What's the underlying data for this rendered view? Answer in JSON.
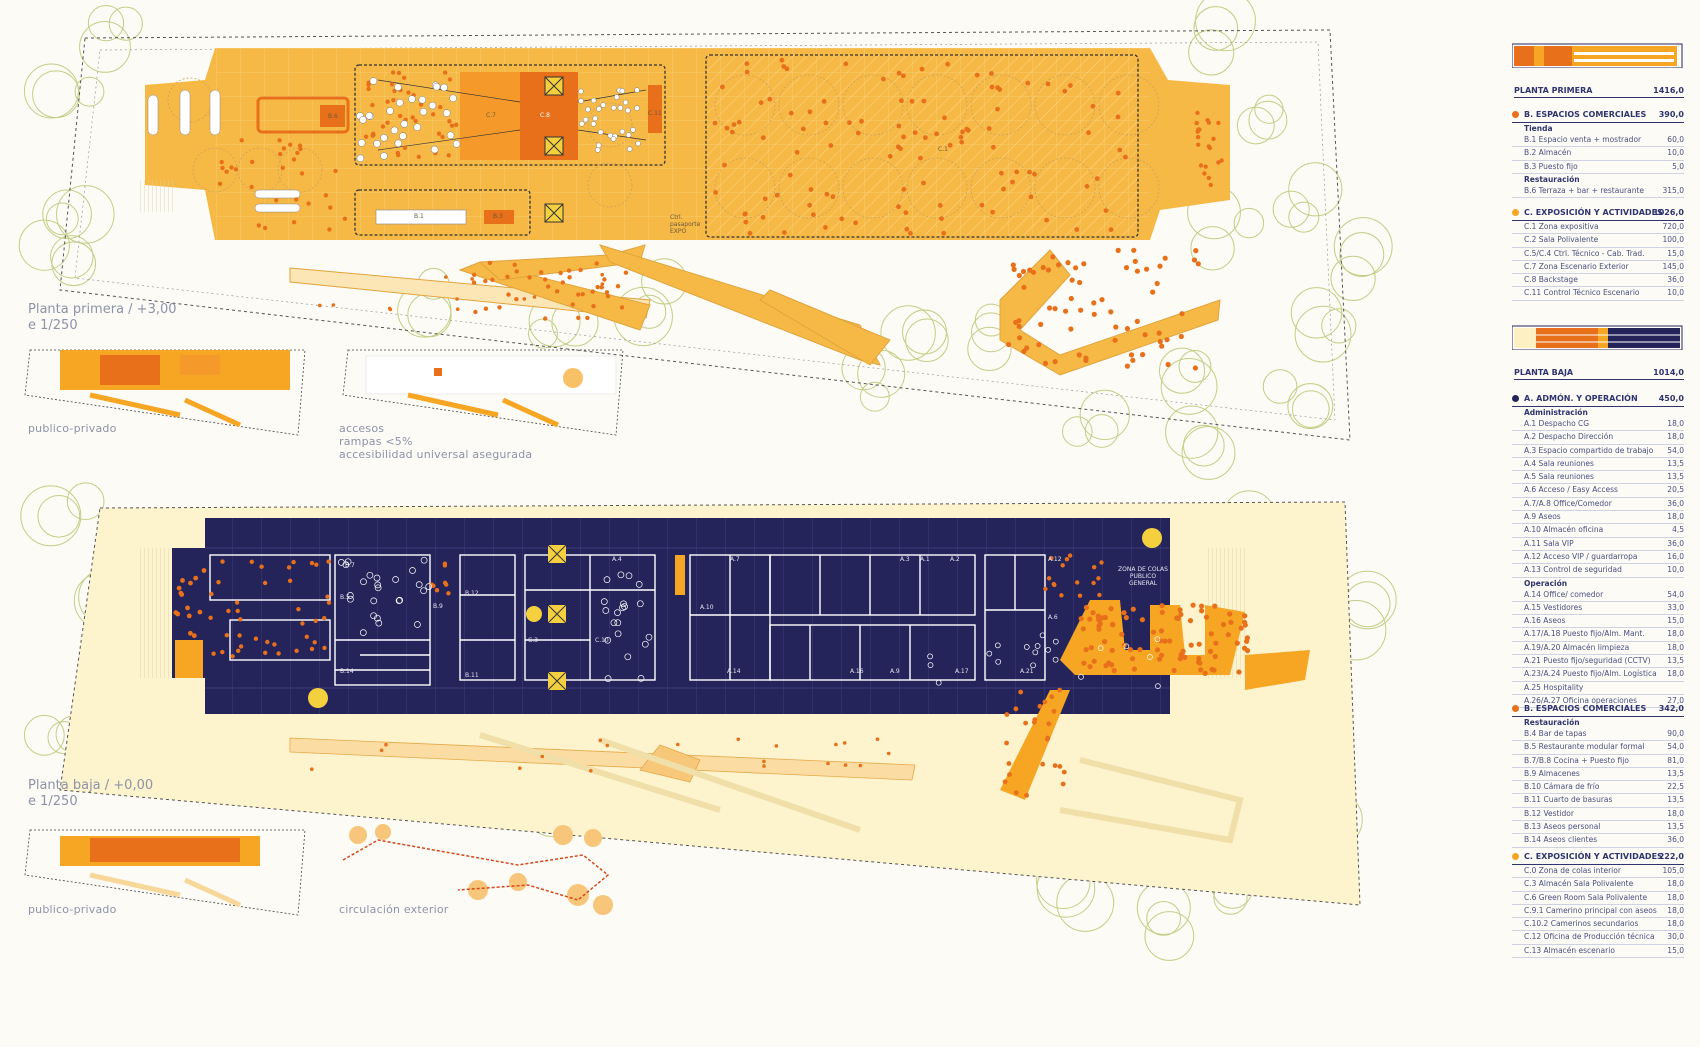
{
  "colors": {
    "orange": "#f6a623",
    "dark_orange": "#e8701a",
    "light_yellow": "#fdf1c4",
    "navy": "#25245a",
    "tree_outline": "#b6c472",
    "text_grey": "#8d93a8"
  },
  "upper_plan": {
    "caption": "Planta primera / +3,00",
    "scale": "e 1/250",
    "room_labels": [
      "C.7",
      "C.8",
      "C.11",
      "C.1",
      "B.1",
      "B.3",
      "B.6",
      "Ctrl. pasaporte EXPO"
    ]
  },
  "lower_plan": {
    "caption": "Planta baja / +0,00",
    "scale": "e 1/250",
    "room_labels": [
      "B.7",
      "B.5",
      "B.14",
      "B.9",
      "B.12",
      "B.11",
      "C.3",
      "C.10",
      "A.4",
      "A.1",
      "A.2",
      "A.7",
      "A.10",
      "A.3",
      "A.9",
      "A.12",
      "A.6",
      "A.14",
      "A.16",
      "A.17",
      "A.21"
    ],
    "queue_label": "ZONA DE COLAS PUBLICO GENERAL"
  },
  "mini_diagrams": [
    {
      "caption": "publico-privado"
    },
    {
      "caption_lines": [
        "accesos",
        "rampas <5%",
        "accesibilidad universal asegurada"
      ]
    },
    {
      "caption": "publico-privado"
    },
    {
      "caption": "circulación exterior"
    }
  ],
  "legend": {
    "floors": [
      {
        "title": "PLANTA PRIMERA",
        "total": "1416,0",
        "groups": [
          {
            "title": "B. ESPACIOS COMERCIALES",
            "total": "390,0",
            "color": "#e8701a",
            "sections": [
              {
                "name": "Tienda",
                "rows": [
                  {
                    "label": "B.1 Espacio venta + mostrador",
                    "value": "60,0"
                  },
                  {
                    "label": "B.2 Almacén",
                    "value": "10,0"
                  },
                  {
                    "label": "B.3 Puesto fijo",
                    "value": "5,0"
                  }
                ]
              },
              {
                "name": "Restauración",
                "rows": [
                  {
                    "label": "B.6 Terraza + bar + restaurante",
                    "value": "315,0"
                  }
                ]
              }
            ]
          },
          {
            "title": "C. EXPOSICIÓN Y ACTIVIDADES",
            "total": "1026,0",
            "color": "#f6a623",
            "sections": [
              {
                "name": "",
                "rows": [
                  {
                    "label": "C.1 Zona expositiva",
                    "value": "720,0"
                  },
                  {
                    "label": "C.2 Sala Polivalente",
                    "value": "100,0"
                  },
                  {
                    "label": "C.5/C.4 Ctrl. Técnico - Cab. Trad.",
                    "value": "15,0"
                  },
                  {
                    "label": "C.7 Zona Escenario Exterior",
                    "value": "145,0"
                  },
                  {
                    "label": "C.8 Backstage",
                    "value": "36,0"
                  },
                  {
                    "label": "C.11 Control Técnico Escenario",
                    "value": "10,0"
                  }
                ]
              }
            ]
          }
        ]
      },
      {
        "title": "PLANTA BAJA",
        "total": "1014,0",
        "groups": [
          {
            "title": "A. ADMÓN. Y OPERACIÓN",
            "total": "450,0",
            "color": "#25245a",
            "sections": [
              {
                "name": "Administración",
                "rows": [
                  {
                    "label": "A.1 Despacho CG",
                    "value": "18,0"
                  },
                  {
                    "label": "A.2 Despacho Dirección",
                    "value": "18,0"
                  },
                  {
                    "label": "A.3 Espacio compartido de trabajo",
                    "value": "54,0"
                  },
                  {
                    "label": "A.4 Sala reuniones",
                    "value": "13,5"
                  },
                  {
                    "label": "A.5 Sala reuniones",
                    "value": "13,5"
                  },
                  {
                    "label": "A.6 Acceso / Easy Access",
                    "value": "20,5"
                  },
                  {
                    "label": "A.7/A.8 Office/Comedor",
                    "value": "36,0"
                  },
                  {
                    "label": "A.9 Aseos",
                    "value": "18,0"
                  },
                  {
                    "label": "A.10 Almacén oficina",
                    "value": "4,5"
                  },
                  {
                    "label": "A.11 Sala VIP",
                    "value": "36,0"
                  },
                  {
                    "label": "A.12 Acceso VIP / guardarropa",
                    "value": "16,0"
                  },
                  {
                    "label": "A.13 Control de seguridad",
                    "value": "10,0"
                  }
                ]
              },
              {
                "name": "Operación",
                "rows": [
                  {
                    "label": "A.14 Office/ comedor",
                    "value": "54,0"
                  },
                  {
                    "label": "A.15 Vestidores",
                    "value": "33,0"
                  },
                  {
                    "label": "A.16 Aseos",
                    "value": "15,0"
                  },
                  {
                    "label": "A.17/A.18 Puesto fijo/Alm. Mant.",
                    "value": "18,0"
                  },
                  {
                    "label": "A.19/A.20 Almacén limpieza",
                    "value": "18,0"
                  },
                  {
                    "label": "A.21 Puesto fijo/seguridad (CCTV)",
                    "value": "13,5"
                  },
                  {
                    "label": "A.23/A.24 Puesto fijo/Alm. Logística",
                    "value": "18,0"
                  },
                  {
                    "label": "A.25 Hospitality",
                    "value": ""
                  },
                  {
                    "label": "A.26/A.27 Oficina operaciones",
                    "value": "27,0"
                  }
                ]
              }
            ]
          },
          {
            "title": "B. ESPACIOS COMERCIALES",
            "total": "342,0",
            "color": "#e8701a",
            "sections": [
              {
                "name": "Restauración",
                "rows": [
                  {
                    "label": "B.4 Bar de tapas",
                    "value": "90,0"
                  },
                  {
                    "label": "B.5 Restaurante modular formal",
                    "value": "54,0"
                  },
                  {
                    "label": "B.7/B.8 Cocina + Puesto fijo",
                    "value": "81,0"
                  },
                  {
                    "label": "B.9 Almacenes",
                    "value": "13,5"
                  },
                  {
                    "label": "B.10 Cámara de frío",
                    "value": "22,5"
                  },
                  {
                    "label": "B.11 Cuarto de basuras",
                    "value": "13,5"
                  },
                  {
                    "label": "B.12 Vestidor",
                    "value": "18,0"
                  },
                  {
                    "label": "B.13 Aseos personal",
                    "value": "13,5"
                  },
                  {
                    "label": "B.14 Aseos clientes",
                    "value": "36,0"
                  }
                ]
              }
            ]
          },
          {
            "title": "C. EXPOSICIÓN Y ACTIVIDADES",
            "total": "222,0",
            "color": "#f6a623",
            "sections": [
              {
                "name": "",
                "rows": [
                  {
                    "label": "C.0 Zona de colas interior",
                    "value": "105,0"
                  },
                  {
                    "label": "C.3 Almacén Sala Polivalente",
                    "value": "18,0"
                  },
                  {
                    "label": "C.6 Green Room Sala Polivalente",
                    "value": "18,0"
                  },
                  {
                    "label": "C.9.1 Camerino principal con aseos",
                    "value": "18,0"
                  },
                  {
                    "label": "C.10.2 Camerinos secundarios",
                    "value": "18,0"
                  },
                  {
                    "label": "C.12 Oficina de Producción técnica",
                    "value": "30,0"
                  },
                  {
                    "label": "C.13 Almacén escenario",
                    "value": "15,0"
                  }
                ]
              }
            ]
          }
        ]
      }
    ]
  }
}
